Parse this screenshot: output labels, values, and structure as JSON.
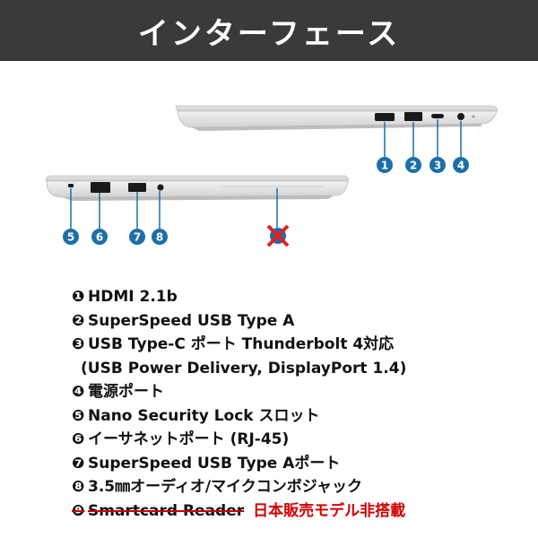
{
  "header": {
    "title": "インターフェース"
  },
  "colors": {
    "badge": "#1c6fa8",
    "cross": "#e02020",
    "header_bg": "#3a3a3a",
    "note": "#d40000"
  },
  "ports": {
    "right_side": [
      "1",
      "2",
      "3",
      "4"
    ],
    "left_side": [
      "5",
      "6",
      "7",
      "8"
    ]
  },
  "spec_list": [
    {
      "marker": "❶",
      "text": "HDMI 2.1b"
    },
    {
      "marker": "❷",
      "text": "SuperSpeed USB Type A"
    },
    {
      "marker": "❸",
      "text": "USB Type-C ポート Thunderbolt 4対応"
    },
    {
      "marker": "",
      "text": "(USB Power Delivery, DisplayPort 1.4)"
    },
    {
      "marker": "❹",
      "text": "電源ポート"
    },
    {
      "marker": "❺",
      "text": "Nano Security Lock スロット"
    },
    {
      "marker": "❻",
      "text": "イーサネットポート (RJ-45)"
    },
    {
      "marker": "❼",
      "text": "SuperSpeed USB Type Aポート"
    },
    {
      "marker": "❽",
      "text": "3.5㎜オーディオ/マイクコンボジャック"
    },
    {
      "marker": "❾",
      "text": "Smartcard Reader",
      "note": "日本販売モデル非搭載"
    }
  ]
}
